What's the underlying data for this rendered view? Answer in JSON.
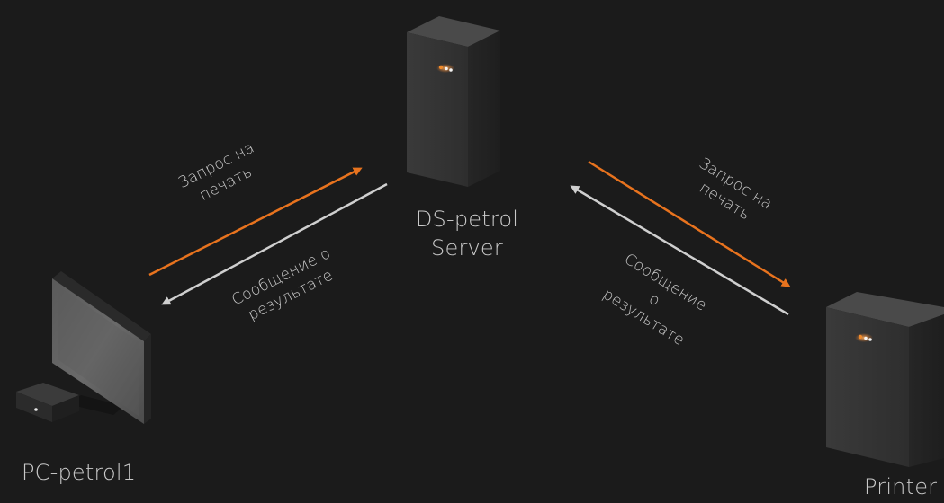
{
  "colors": {
    "background": "#1b1b1b",
    "request_arrow": "#e8731e",
    "response_arrow": "#cfcfcf",
    "label_text": "#c9c9c9",
    "led": "#f08a2a"
  },
  "nodes": {
    "pc": {
      "label": "PC-petrol1",
      "icon": "computer-icon"
    },
    "server": {
      "label_line1": "DS-petrol",
      "label_line2": "Server",
      "icon": "server-icon"
    },
    "printer": {
      "label": "Printer",
      "icon": "printer-server-icon"
    }
  },
  "edges": {
    "pc_to_server": {
      "line1": "Запрос на",
      "line2": "печать"
    },
    "server_to_pc": {
      "line1": "Сообщение о",
      "line2": "результате"
    },
    "server_to_printer": {
      "line1": "Запрос на",
      "line2": "печать"
    },
    "printer_to_server": {
      "line1": "Сообщение",
      "line2": "о",
      "line3": "результате"
    }
  }
}
